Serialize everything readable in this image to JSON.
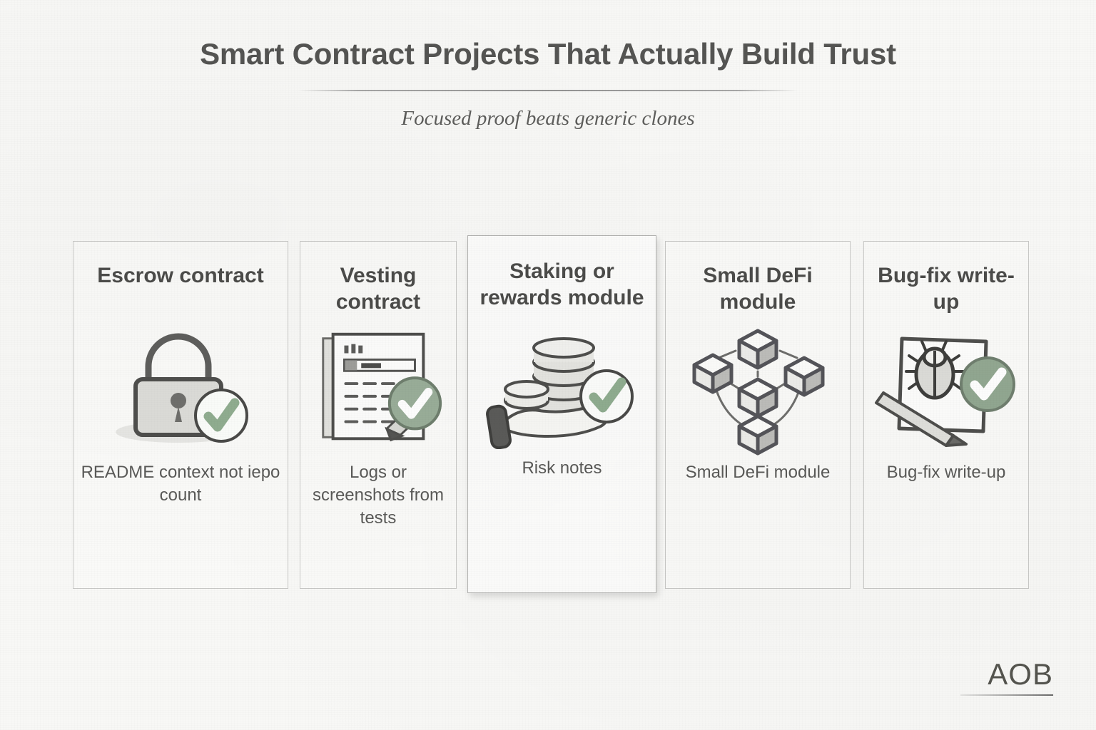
{
  "header": {
    "title": "Smart Contract Projects That Actually Build Trust",
    "subtitle": "Focused proof beats generic clones"
  },
  "cards": [
    {
      "title": "Escrow contract",
      "caption": "README context not iepo count",
      "icon": "padlock-check-icon",
      "featured": false
    },
    {
      "title": "Vesting contract",
      "caption": "Logs or screenshots from tests",
      "icon": "document-pencil-check-icon",
      "featured": false
    },
    {
      "title": "Staking or rewards module",
      "caption": "Risk notes",
      "icon": "hand-coins-check-icon",
      "featured": true
    },
    {
      "title": "Small DeFi module",
      "caption": "Small DeFi module",
      "icon": "blockchain-cubes-icon",
      "featured": false
    },
    {
      "title": "Bug-fix write-up",
      "caption": "Bug-fix write-up",
      "icon": "bug-paper-pencil-check-icon",
      "featured": false
    }
  ],
  "footer": {
    "brand": "AOB"
  },
  "colors": {
    "background": "#f8f8f6",
    "title_text": "#555553",
    "body_text": "#5a5a58",
    "card_border": "#c9c9c7",
    "accent_green": "#90ad90",
    "accent_green_fill": "#9aae99",
    "sketch_line": "#6e6e6c"
  }
}
